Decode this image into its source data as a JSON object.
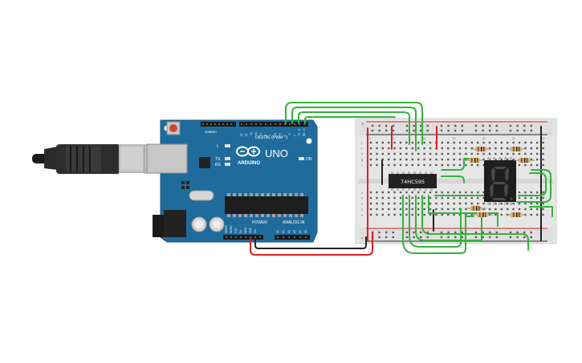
{
  "arduino": {
    "brand": "ARDUINO",
    "model": "UNO",
    "digital_header": "DIGITAL (PWM ~)",
    "power_header": "POWER",
    "analog_header": "ANALOG IN",
    "on_label": "ON",
    "l_label": "L",
    "tx_label": "TX",
    "rx_label": "RX",
    "aref_label": "AREF",
    "gnd_label": "GND",
    "digital_pins": [
      "13",
      "12",
      "~11",
      "~10",
      "~9",
      "8",
      "7",
      "~6",
      "~5",
      "4",
      "~3",
      "2",
      "TX→1",
      "RX←0"
    ],
    "power_pins": [
      "IOREF",
      "RESET",
      "3.3V",
      "5V",
      "GND",
      "GND",
      "Vin"
    ],
    "analog_pins": [
      "A0",
      "A1",
      "A2",
      "A3",
      "A4",
      "A5"
    ]
  },
  "chip": {
    "label": "74HC595"
  },
  "breadboard": {
    "row_letters_top": [
      "j",
      "i",
      "h",
      "g",
      "f"
    ],
    "row_letters_bottom": [
      "e",
      "d",
      "c",
      "b",
      "a"
    ],
    "column_numbers": [
      "1",
      "5",
      "10",
      "15",
      "20",
      "25",
      "30"
    ]
  },
  "colors": {
    "board": "#1f6c9c",
    "wire_green": "#31b43a",
    "wire_red": "#e02020",
    "wire_black": "#222222",
    "breadboard": "#e6e6e6",
    "rail_red": "#d52b2b",
    "rail_blue": "#2a2a2a"
  },
  "icons": [
    "usb-cable-icon",
    "arduino-logo-icon",
    "seven-segment-display-icon",
    "resistor-icon"
  ]
}
